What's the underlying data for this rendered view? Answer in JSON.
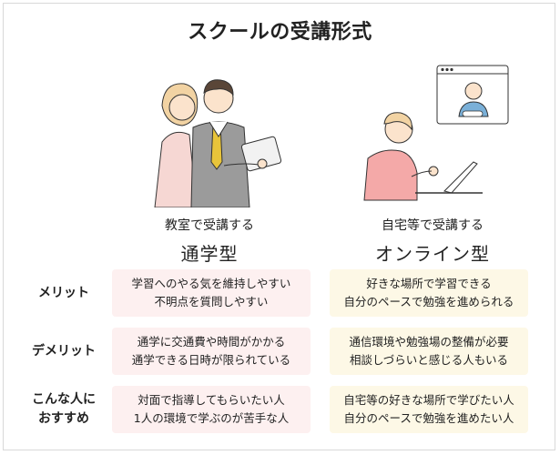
{
  "title": "スクールの受講形式",
  "columns": [
    {
      "subtitle": "教室で受講する",
      "name": "通学型"
    },
    {
      "subtitle": "自宅等で受講する",
      "name": "オンライン型"
    }
  ],
  "rows": [
    {
      "label_lines": [
        "メリット"
      ],
      "cells": [
        [
          "学習へのやる気を維持しやすい",
          "不明点を質問しやすい"
        ],
        [
          "好きな場所で学習できる",
          "自分のペースで勉強を進められる"
        ]
      ]
    },
    {
      "label_lines": [
        "デメリット"
      ],
      "cells": [
        [
          "通学に交通費や時間がかかる",
          "通学できる日時が限られている"
        ],
        [
          "通信環境や勉強場の整備が必要",
          "相談しづらいと感じる人もいる"
        ]
      ]
    },
    {
      "label_lines": [
        "こんな人に",
        "おすすめ"
      ],
      "cells": [
        [
          "対面で指導してもらいたい人",
          "1人の環境で学ぶのが苦手な人"
        ],
        [
          "自宅等の好きな場所で学びたい人",
          "自分のペースで勉強を進めたい人"
        ]
      ]
    }
  ],
  "colors": {
    "pink_box": "#fdf0f0",
    "yellow_box": "#fdf8e6",
    "skin": "#fbe3cc",
    "pink_shirt": "#f4a9a8",
    "suit": "#9b9b9b"
  }
}
